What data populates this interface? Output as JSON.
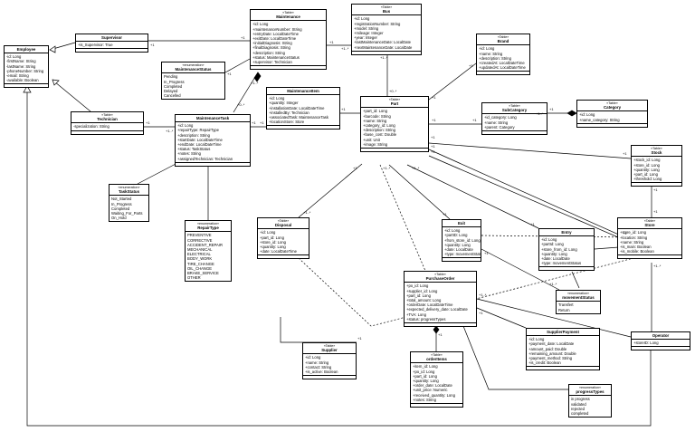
{
  "classes": [
    {
      "key": "employee",
      "stereo": "",
      "name": "Employee",
      "attrs": [
        "-id: Long",
        "-firstName: String",
        "-lastName: String",
        "-phoneNumber: String",
        "-email: String",
        "-available: Boolean"
      ]
    },
    {
      "key": "supervisor",
      "stereo": "",
      "name": "Supervisor",
      "attrs": [
        "+is_Supervisor: True"
      ]
    },
    {
      "key": "technician",
      "stereo": "«Table»",
      "name": "Technician",
      "attrs": [
        "-specialization: String"
      ]
    },
    {
      "key": "maintenance",
      "stereo": "«Table»",
      "name": "Maintenance",
      "attrs": [
        "+id: Long",
        "+maintenanceNumber: String",
        "+entryDate: LocalDateTime",
        "+exitDate: LocalDateTime",
        "+initialDiagnosis: String",
        "+finalDiagnosis: String",
        "+description: String",
        "+status: MaintenanceStatus",
        "+supervisor: Technician"
      ]
    },
    {
      "key": "maintenanceStatus",
      "stereo": "«enumeration»",
      "name": "MaintenanceStatus",
      "attrs": [
        "Pending",
        "In_Progress",
        "Completed",
        "Delayed",
        "Cancelled"
      ]
    },
    {
      "key": "bus",
      "stereo": "«Table»",
      "name": "Bus",
      "attrs": [
        "+id: Long",
        "+registrationNumber: String",
        "+model: String",
        "+mileage: Integer",
        "+year: Integer",
        "+lastMaintenanceDate: LocalDate",
        "+nextMaintenanceDate: LocalDate"
      ]
    },
    {
      "key": "brand",
      "stereo": "«Table»",
      "name": "Brand",
      "attrs": [
        "+id: Long",
        "+name: String",
        "+description: String",
        "+createdAt: LocalDateTime",
        "+updatedAt: LocalDateTime"
      ]
    },
    {
      "key": "maintenanceTask",
      "stereo": "",
      "name": "MaintenanceTask",
      "attrs": [
        "+id: Long",
        "+repairType: RepairType",
        "+description: String",
        "+startDate: LocalDateTime",
        "+endDate: LocalDateTime",
        "+status: TaskStatus",
        "+notes: String",
        "+assignedTechnician: Technician"
      ]
    },
    {
      "key": "maintenanceItem",
      "stereo": "",
      "name": "MaintenanceItem",
      "attrs": [
        "+id: Long",
        "+quantity: Integer",
        "+installationDate: LocalDateTime",
        "+installedBy: Technician",
        "+associatedTask: MaintenanceTask",
        "+locationStore: Store"
      ]
    },
    {
      "key": "part",
      "stereo": "«Table»",
      "name": "Part",
      "attrs": [
        "+part_id: Long",
        "+barcode: String",
        "+name: String",
        "+category_id: Long",
        "+description: String",
        "+base_cost: Double",
        "+unit: Unit",
        "+image: String"
      ]
    },
    {
      "key": "subCategory",
      "stereo": "«Table»",
      "name": "SubCategory",
      "attrs": [
        "+id_category: Long",
        "+name: String",
        "+parent: Category"
      ]
    },
    {
      "key": "category",
      "stereo": "«Table»",
      "name": "Category",
      "attrs": [
        "+id: Long",
        "+name_category: String"
      ]
    },
    {
      "key": "stock",
      "stereo": "«Table»",
      "name": "Stock",
      "attrs": [
        "+stock_id: Long",
        "+store_id: Long",
        "+quantity: Long",
        "+part_id: Long",
        "+threshold: Long"
      ]
    },
    {
      "key": "taskStatus",
      "stereo": "«enumeration»",
      "name": "TaskStatus",
      "attrs": [
        "Not_Started",
        "In_Progress",
        "Completed",
        "Waiting_For_Parts",
        "On_Hold"
      ]
    },
    {
      "key": "repairType",
      "stereo": "«enumeration»",
      "name": "RepairType",
      "attrs": [
        "PREVENTIVE",
        "CORRECTIVE",
        "ACCIDENT_REPAIR",
        "MECHANICAL",
        "ELECTRICAL",
        "BODY_WORK",
        "TIRE_CHANGE",
        "OIL_CHANGE",
        "BRAKE_SERVICE",
        "OTHER"
      ]
    },
    {
      "key": "disposal",
      "stereo": "«Table»",
      "name": "Disposal",
      "attrs": [
        "+id: Long",
        "+part_id: Long",
        "+store_id: Long",
        "+quantity: Long",
        "+date: LocalDateTime"
      ]
    },
    {
      "key": "exit",
      "stereo": "",
      "name": "Exit",
      "attrs": [
        "+id: Long",
        "+partID: Long",
        "+from_store_id: Long",
        "+quantity: Long",
        "+date: LocalDate",
        "+type: movementStatus"
      ]
    },
    {
      "key": "entry",
      "stereo": "",
      "name": "Entry",
      "attrs": [
        "+id: Long",
        "+partId: Long",
        "+store_from_id: Long",
        "+quantity: Long",
        "+date: LocalDate",
        "+type: movementStatus"
      ]
    },
    {
      "key": "store",
      "stereo": "«Table»",
      "name": "Store",
      "attrs": [
        "+store_id: Long",
        "+location: String",
        "+name: String",
        "+is_main: Boolean",
        "+is_mobile: Boolean"
      ]
    },
    {
      "key": "movementStatus",
      "stereo": "«enumeration»",
      "name": "movementStatus",
      "attrs": [
        "Transfert",
        "Return"
      ]
    },
    {
      "key": "purchaseOrder",
      "stereo": "«Table»",
      "name": "PurchaseOrder",
      "attrs": [
        "+po_id: Long",
        "+supplier_id: Long",
        "+part_id: Long",
        "+total_amount: Long",
        "+orderDate: LocalDateTime",
        "+expected_delivery_date: LocalDate",
        "+TVA: Long",
        "+status: progressTypes"
      ]
    },
    {
      "key": "supplierPayment",
      "stereo": "",
      "name": "SupplierPayment",
      "attrs": [
        "+id: Long",
        "+payment_date: LocalDate",
        "+amount_paid: Double",
        "+remaining_amount: Double",
        "+payment_method: String",
        "+is_credit: Boolean"
      ]
    },
    {
      "key": "operator",
      "stereo": "",
      "name": "Operator",
      "attrs": [
        "+storeID: Long"
      ]
    },
    {
      "key": "supplier",
      "stereo": "«Table»",
      "name": "Supplier",
      "attrs": [
        "+id: Long",
        "+name: String",
        "+contact: String",
        "+is_active: Boolean"
      ]
    },
    {
      "key": "orderItems",
      "stereo": "«Table»",
      "name": "orderItems",
      "attrs": [
        "+item_id: Long",
        "+po_id: Long",
        "+part_id: Long",
        "+quantity: Long",
        "+order_date: LocalDate",
        "+unit_price: Numeric",
        "+received_quantity: Long",
        "+notes: String"
      ]
    },
    {
      "key": "progressTypes",
      "stereo": "«enumeration»",
      "name": "progressTypes",
      "attrs": [
        "in progress",
        "validated",
        "rejected",
        "completed"
      ]
    }
  ],
  "multiplicities": [
    "+1",
    "+1",
    "+1",
    "+1..*",
    "+1",
    "+1",
    "+1..*",
    "+1..*",
    "+0..*",
    "+1",
    "+1",
    "+1",
    "+0..*",
    "+1..*",
    "+1",
    "+1",
    "+1",
    "+1",
    "+1",
    "+1..*",
    "+1",
    "+1",
    "+1",
    "+1",
    "+1",
    "+1..*",
    "+1",
    "+1..*",
    "+1",
    "+1..*",
    "+1",
    "+1",
    "+1",
    "+1",
    "+1..*",
    "+1..*",
    "+1..*",
    "+1",
    "+1",
    "+1"
  ]
}
